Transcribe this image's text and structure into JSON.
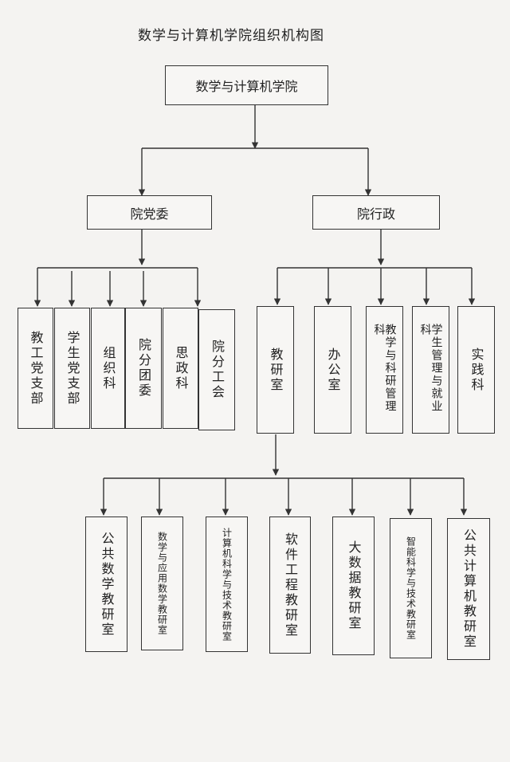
{
  "title": "数学与计算机学院组织机构图",
  "root": "数学与计算机学院",
  "branches": {
    "party": "院党委",
    "admin": "院行政"
  },
  "party_units": [
    "教工党支部",
    "学生党支部",
    "组织科",
    "院分团委",
    "思政科",
    "院分工会"
  ],
  "admin_units": [
    "教研室",
    "办公室",
    "教学与科研管理科",
    "学生管理与就业科",
    "实践科"
  ],
  "teaching_offices": [
    "公共数学教研室",
    "数学与应用数学教研室",
    "计算机科学与技术教研室",
    "软件工程教研室",
    "大数据教研室",
    "智能科学与技术教研室",
    "公共计算机教研室"
  ]
}
